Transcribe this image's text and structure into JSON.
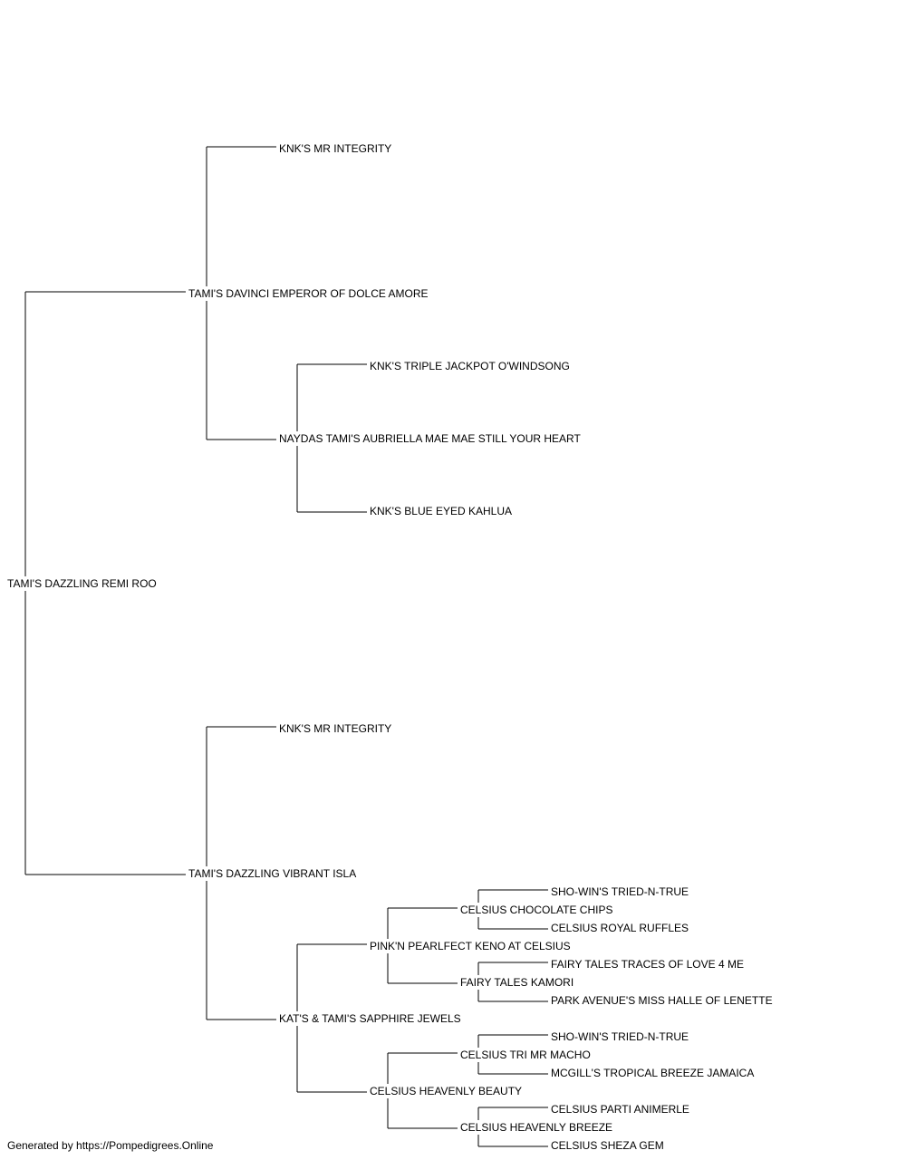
{
  "pedigree": {
    "subject": "TAMI'S DAZZLING REMI ROO",
    "sire": "TAMI'S DAVINCI EMPEROR OF DOLCE AMORE",
    "dam": "TAMI'S DAZZLING VIBRANT ISLA",
    "sire_sire": "KNK'S MR INTEGRITY",
    "sire_dam": "NAYDAS TAMI'S AUBRIELLA MAE MAE STILL YOUR HEART",
    "sire_dam_sire": "KNK'S TRIPLE JACKPOT O'WINDSONG",
    "sire_dam_dam": "KNK'S BLUE EYED KAHLUA",
    "dam_sire": "KNK'S MR INTEGRITY",
    "dam_dam": "KAT'S & TAMI'S SAPPHIRE JEWELS",
    "dam_dam_sire": "PINK'N PEARLFECT KENO AT CELSIUS",
    "dam_dam_dam": "CELSIUS HEAVENLY BEAUTY",
    "ddss": "CELSIUS CHOCOLATE CHIPS",
    "ddsd": "FAIRY TALES KAMORI",
    "ddds": "CELSIUS TRI MR MACHO",
    "dddd": "CELSIUS HEAVENLY BREEZE",
    "ddsss": "SHO-WIN'S TRIED-N-TRUE",
    "ddssd": "CELSIUS ROYAL RUFFLES",
    "ddsds": "FAIRY TALES TRACES OF LOVE 4 ME",
    "ddsdd": "PARK AVENUE'S MISS HALLE OF LENETTE",
    "dddss": "SHO-WIN'S TRIED-N-TRUE",
    "dddsd": "MCGILL'S TROPICAL BREEZE JAMAICA",
    "dddds": "CELSIUS PARTI ANIMERLE",
    "ddddd": "CELSIUS SHEZA GEM"
  },
  "footer": "Generated by https://Pompedigrees.Online"
}
